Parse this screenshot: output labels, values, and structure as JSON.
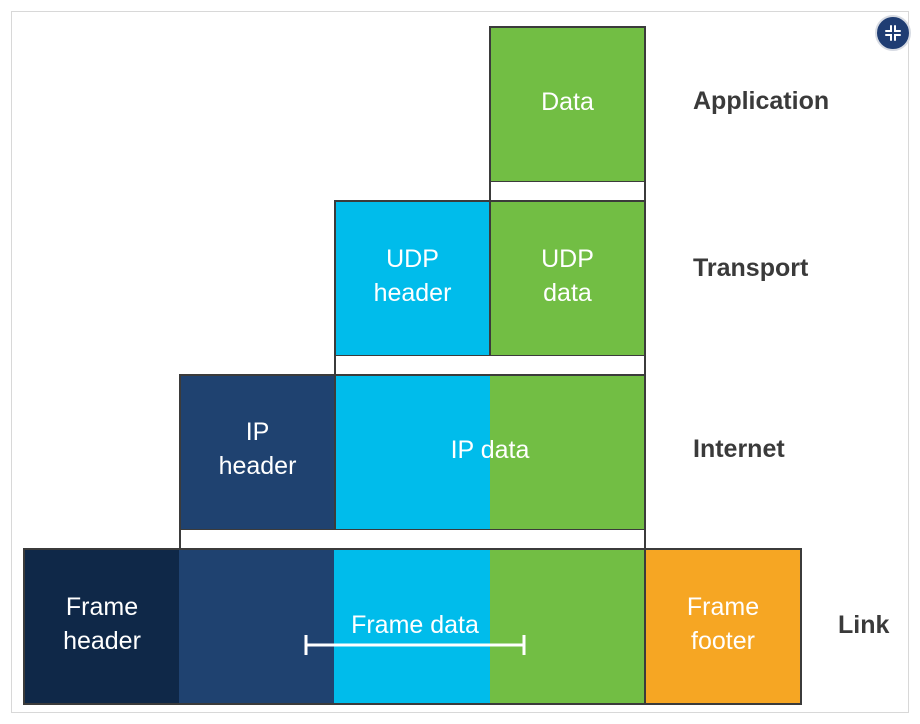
{
  "colors": {
    "green": "#72be44",
    "cyan": "#00bceb",
    "blue": "#1f4270",
    "navy": "#0f2848",
    "orange": "#f6a623",
    "text_dark": "#3a3a3a"
  },
  "controls": {
    "fullscreen_icon": "collapse-arrows-icon"
  },
  "layers": {
    "application": {
      "label": "Application",
      "data": "Data"
    },
    "transport": {
      "label": "Transport",
      "udp_header": "UDP\nheader",
      "udp_data": "UDP\ndata"
    },
    "internet": {
      "label": "Internet",
      "ip_header": "IP\nheader",
      "ip_data": "IP data"
    },
    "link": {
      "label": "Link",
      "frame_header": "Frame\nheader",
      "frame_data": "Frame data",
      "frame_footer": "Frame\nfooter"
    }
  }
}
